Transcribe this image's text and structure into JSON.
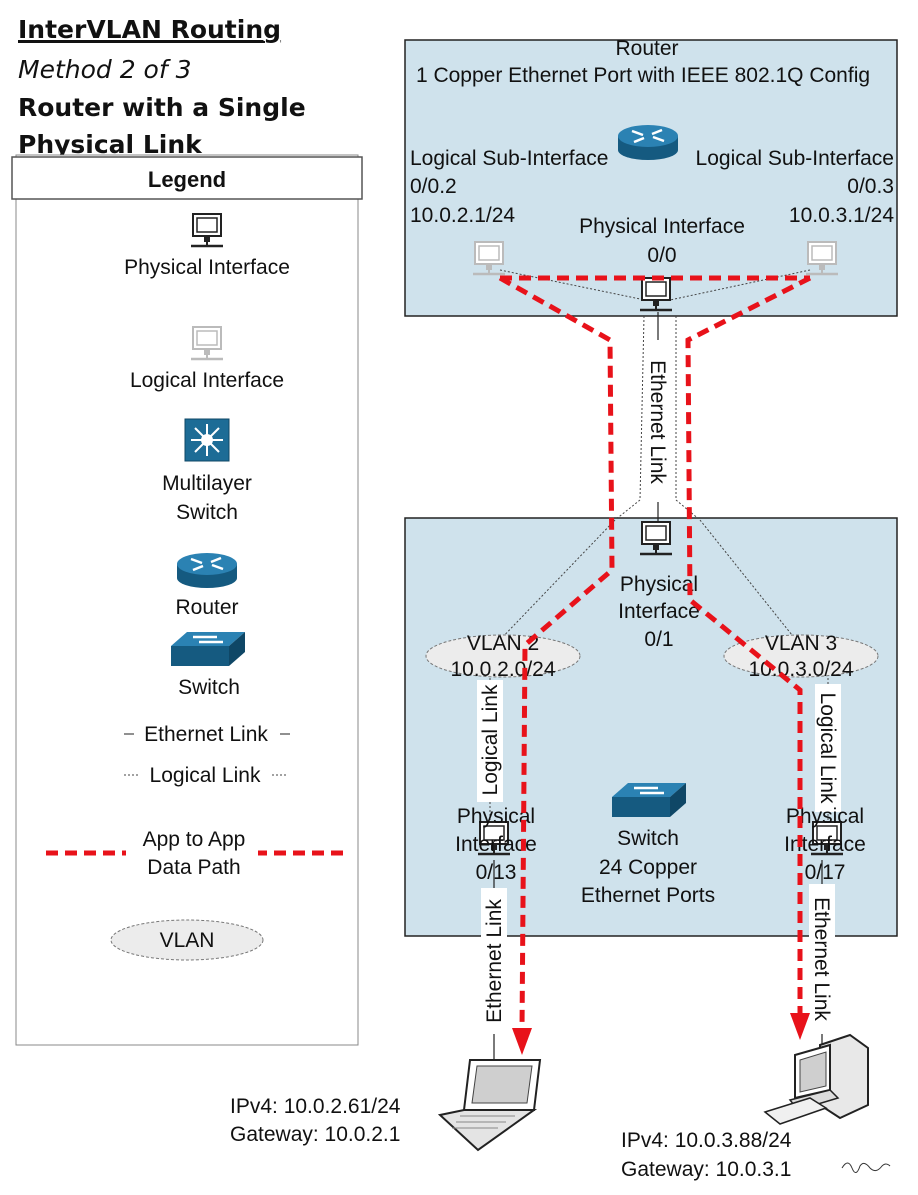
{
  "header": {
    "title": "InterVLAN Routing",
    "method": "Method 2 of 3",
    "subtitle_line1": "Router with a Single",
    "subtitle_line2": "Physical Link"
  },
  "legend": {
    "title": "Legend",
    "physical_interface": "Physical Interface",
    "logical_interface": "Logical Interface",
    "multilayer_line1": "Multilayer",
    "multilayer_line2": "Switch",
    "router": "Router",
    "switch": "Switch",
    "ethernet_link": "Ethernet Link",
    "logical_link": "Logical Link",
    "data_path_line1": "App to App",
    "data_path_line2": "Data Path",
    "vlan": "VLAN"
  },
  "router": {
    "title": "Router",
    "subtitle": "1 Copper Ethernet Port with IEEE 802.1Q Config",
    "sub_left_label": "Logical Sub-Interface",
    "sub_left_id": "0/0.2",
    "sub_left_ip": "10.0.2.1/24",
    "sub_right_label": "Logical Sub-Interface",
    "sub_right_id": "0/0.3",
    "sub_right_ip": "10.0.3.1/24",
    "phys_label": "Physical Interface",
    "phys_id": "0/0"
  },
  "uplink": {
    "label": "Ethernet Link"
  },
  "switch": {
    "phys_line1": "Physical",
    "phys_line2": "Interface",
    "phys_id": "0/1",
    "vlan2_name": "VLAN 2",
    "vlan2_net": "10.0.2.0/24",
    "vlan3_name": "VLAN 3",
    "vlan3_net": "10.0.3.0/24",
    "logical_link_left": "Logical Link",
    "logical_link_right": "Logical Link",
    "port_left_line1": "Physical",
    "port_left_line2": "Interface",
    "port_left_id": "0/13",
    "port_right_line1": "Physical",
    "port_right_line2": "Interface",
    "port_right_id": "0/17",
    "name": "Switch",
    "desc_line1": "24 Copper",
    "desc_line2": "Ethernet Ports"
  },
  "hosts": {
    "left_link": "Ethernet Link",
    "right_link": "Ethernet Link",
    "laptop_ip": "IPv4: 10.0.2.61/24",
    "laptop_gw": "Gateway: 10.0.2.1",
    "desktop_ip": "IPv4: 10.0.3.88/24",
    "desktop_gw": "Gateway: 10.0.3.1"
  },
  "colors": {
    "box_fill": "#cfe2ec",
    "data_path": "#e8121a",
    "device_blue": "#1d6c96",
    "vlan_fill": "#ececec"
  },
  "icons": {
    "physical_interface": "monitor-icon",
    "logical_interface": "faded-monitor-icon",
    "multilayer_switch": "multilayer-switch-icon",
    "router": "router-icon",
    "switch": "switch-icon",
    "laptop": "laptop-icon",
    "desktop": "desktop-icon"
  }
}
